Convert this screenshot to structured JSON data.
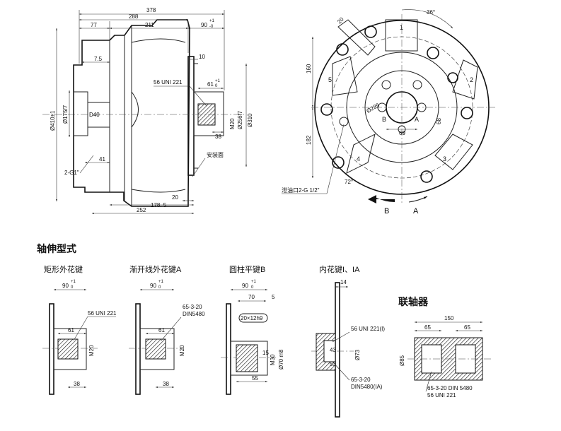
{
  "front_view": {
    "dims": {
      "d378": "378",
      "d288": "288",
      "d211": "211",
      "d77": "77",
      "d90": "90",
      "d90_tol_up": "+1",
      "d90_tol_dn": "-0",
      "d75": "7.5",
      "d10": "10",
      "uni": "56 UNI 221",
      "d61": "61",
      "d61_up": "+1",
      "d61_dn": "0",
      "m20": "M20",
      "phi256": "Ø256f7",
      "phi310": "Ø310",
      "phi410": "Ø410±1",
      "phi175": "Ø175f7",
      "d40": "D40",
      "d38": "38",
      "d41": "41",
      "g1": "2-G1\"",
      "mount_face": "安装面",
      "d20": "20",
      "d1785": "178. 5",
      "d252": "252"
    }
  },
  "side_view": {
    "dims": {
      "d20": "20",
      "a36": "36°",
      "d160": "160",
      "d182": "182",
      "phi285": "Ø285",
      "d69": "69",
      "d68": "68",
      "a72": "72°",
      "port_b": "B",
      "port_a": "A",
      "drain": "泄油口2-G 1/2\"",
      "rot_b": "B",
      "rot_a": "A"
    },
    "numbers": [
      "1",
      "2",
      "3",
      "4",
      "5"
    ]
  },
  "shaft_title": "轴伸型式",
  "variants": [
    {
      "title": "矩形外花键",
      "d90": "90",
      "up": "+1",
      "dn": "0",
      "uni": "56 UNI 221",
      "d61": "61",
      "m20": "M20",
      "d38": "38"
    },
    {
      "title": "渐开线外花键A",
      "d90": "90",
      "up": "+1",
      "dn": "0",
      "spline": "65-3-20",
      "din": "DIN5480",
      "d61": "61",
      "m20": "M20",
      "d38": "38"
    },
    {
      "title": "圆柱平键B",
      "d90": "90",
      "up": "+1",
      "dn": "0",
      "d70": "70",
      "d5": "5",
      "key": "20×12h9",
      "d15": "15",
      "m30": "M30",
      "phi70": "Ø70  m8",
      "d55": "55"
    },
    {
      "title": "内花键I、IA",
      "d14": "14",
      "uni": "56 UNI 221(I)",
      "d43": "43",
      "phi73": "Ø73",
      "d53": "53",
      "spline": "65-3-20",
      "din": "DIN5480(IA)"
    }
  ],
  "coupling": {
    "title": "联轴器",
    "d150": "150",
    "d65a": "65",
    "d65b": "65",
    "phi85": "Ø85",
    "spec1": "65-3-20 DIN 5480",
    "spec2": "56 UNI 221"
  }
}
